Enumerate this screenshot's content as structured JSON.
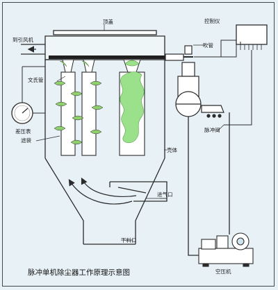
{
  "caption": "脉冲单机除尘器工作原理示意图",
  "labels": {
    "top_cover": "顶盖",
    "controller": "控制仪",
    "blow_pipe": "吹管",
    "to_fan": "到引风机",
    "venturi": "文氏管",
    "pressure_gauge": "差压表",
    "filter_bag": "滤袋",
    "pulse_valve": "脉冲阀",
    "shell": "壳体",
    "air_inlet": "进气口",
    "discharge": "下料口",
    "compressor": "空压机"
  },
  "colors": {
    "line": "#2b2b2b",
    "cloth": "#ffffff",
    "leaf": "#8fcf6e",
    "dust": "#9be08a",
    "background": "#e8f2f6"
  }
}
